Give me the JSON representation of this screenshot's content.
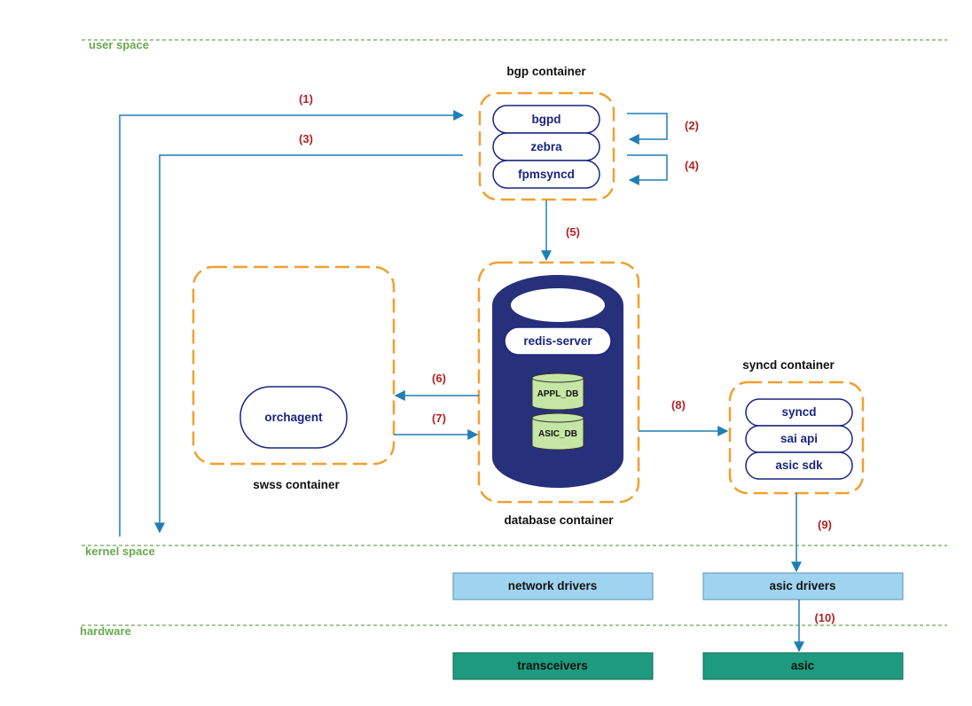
{
  "spaces": {
    "user": "user space",
    "kernel": "kernel space",
    "hardware": "hardware"
  },
  "containers": {
    "bgp": {
      "title": "bgp container",
      "processes": [
        "bgpd",
        "zebra",
        "fpmsyncd"
      ]
    },
    "swss": {
      "title": "swss container",
      "process": "orchagent"
    },
    "database": {
      "title": "database container",
      "server": "redis-server",
      "dbs": [
        "APPL_DB",
        "ASIC_DB"
      ]
    },
    "syncd": {
      "title": "syncd container",
      "processes": [
        "syncd",
        "sai api",
        "asic sdk"
      ]
    }
  },
  "kernel": {
    "network_drivers": "network drivers",
    "asic_drivers": "asic drivers"
  },
  "hardware": {
    "transceivers": "transceivers",
    "asic": "asic"
  },
  "steps": [
    "(1)",
    "(2)",
    "(3)",
    "(4)",
    "(5)",
    "(6)",
    "(7)",
    "(8)",
    "(9)",
    "(10)"
  ],
  "colors": {
    "space_line": "#6aa84f",
    "container_border": "#f0a030",
    "arrow": "#1f7fb5",
    "step_label": "#b22222",
    "database_body": "#27307a",
    "db_cylinder": "#c5e6a5",
    "driver_box": "#9fd4f0",
    "hardware_box": "#1e9a7e"
  }
}
